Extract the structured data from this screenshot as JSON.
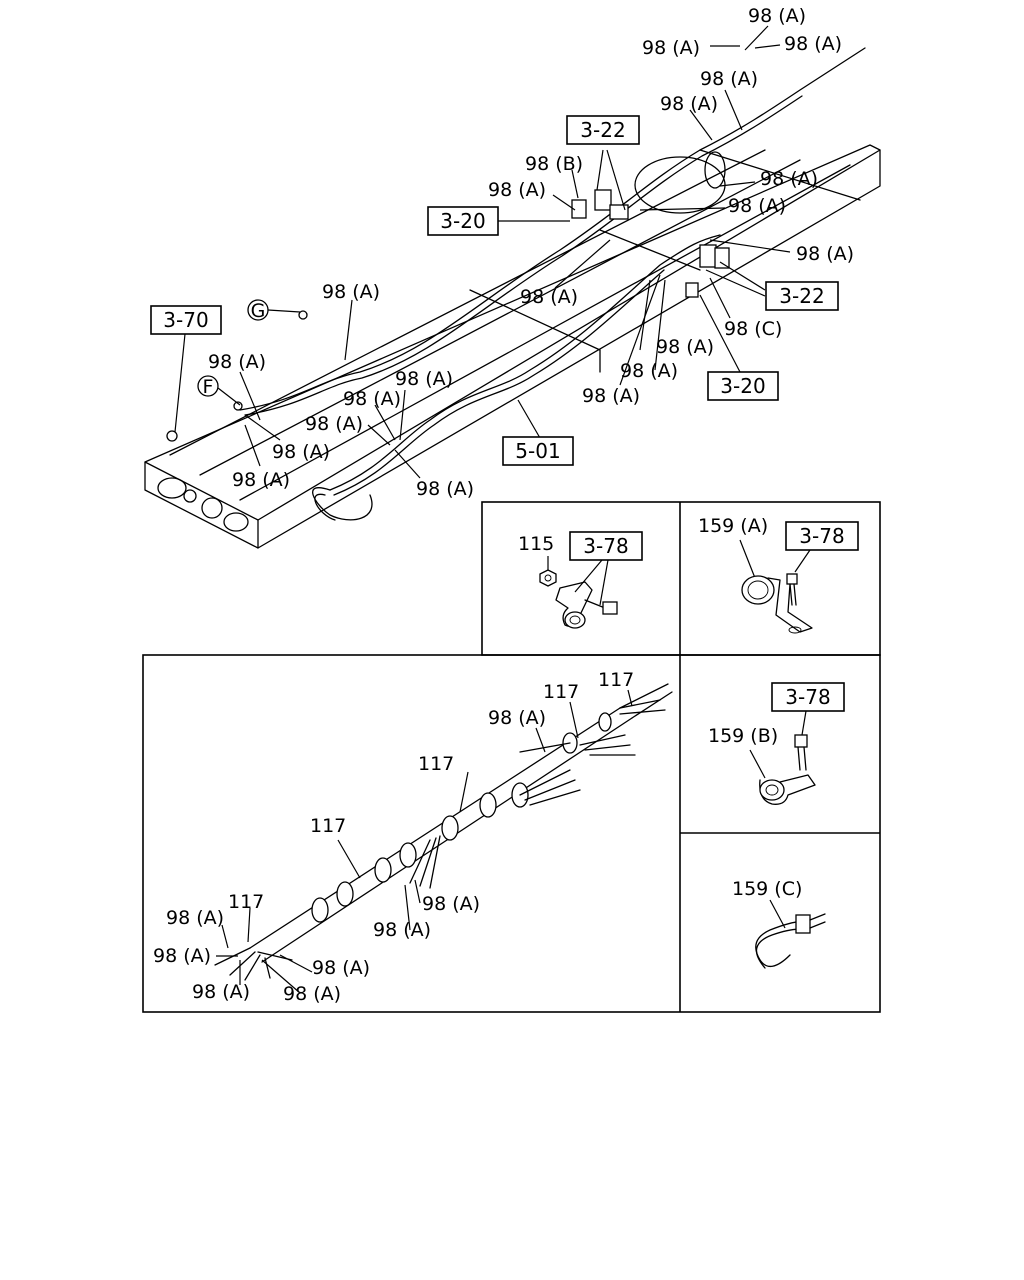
{
  "labels": {
    "l1": "98 (A)",
    "l2": "98 (A)",
    "l3": "98 (A)",
    "l4": "98 (A)",
    "l5": "98 (A)",
    "l6": "98 (B)",
    "l7": "98 (A)",
    "l8": "98 (A)",
    "l9": "98 (A)",
    "l10": "98 (A)",
    "l11": "98 (A)",
    "l12": "98 (C)",
    "l13": "98 (A)",
    "l14": "98 (A)",
    "l15": "98 (A)",
    "l16": "98 (A)",
    "l17": "98 (A)",
    "l18": "98 (A)",
    "l19": "98 (A)",
    "l20": "98 (A)",
    "l21": "98 (A)",
    "l22": "98 (A)",
    "l23": "98 (A)",
    "m1": "115",
    "m2": "159 (A)",
    "m3": "159 (B)",
    "m4": "159 (C)",
    "h1": "117",
    "h2": "117",
    "h3": "117",
    "h4": "117",
    "h5": "117",
    "h6": "98 (A)",
    "h7": "98 (A)",
    "h8": "98 (A)",
    "h9": "98 (A)",
    "h10": "98 (A)",
    "h11": "98 (A)",
    "h12": "98 (A)",
    "h13": "98 (A)"
  },
  "refs": {
    "r1": "3-22",
    "r2": "3-20",
    "r3": "3-22",
    "r4": "3-70",
    "r5": "3-20",
    "r6": "5-01",
    "r7": "3-78",
    "r8": "3-78",
    "r9": "3-78"
  },
  "markers": {
    "g": "G",
    "f": "F"
  }
}
